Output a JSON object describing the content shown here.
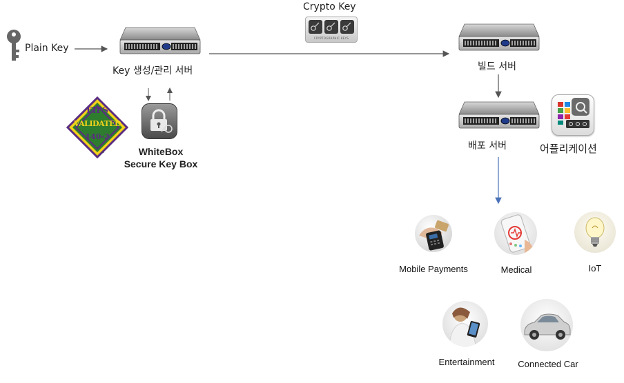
{
  "labels": {
    "plain_key": "Plain Key",
    "crypto_key": "Crypto Key",
    "crypto_key_badge": "CRYPTOGRAPHIC KEYS",
    "key_server": "Key 생성/관리 서버",
    "build_server": "빌드 서버",
    "deploy_server": "배포 서버",
    "application": "어플리케이션",
    "whitebox_line1": "WhiteBox",
    "whitebox_line2": "Secure Key Box",
    "fips_top": "FIPS",
    "fips_mid": "VALIDATED",
    "fips_bottom": "140-2",
    "fips_tm": "™"
  },
  "targets": [
    {
      "label": "Mobile Payments"
    },
    {
      "label": "Medical"
    },
    {
      "label": "IoT"
    },
    {
      "label": "Entertainment"
    },
    {
      "label": "Connected Car"
    }
  ],
  "colors": {
    "arrow_gray": "#555555",
    "arrow_blue": "#4a72b8",
    "fips_green": "#2e7d2e",
    "fips_purple": "#5a2d82",
    "fips_yellow": "#f2d21b"
  },
  "icons": [
    "key-icon",
    "server-icon",
    "crypto-keys-icon",
    "lock-icon",
    "app-icon",
    "fips-seal-icon"
  ]
}
